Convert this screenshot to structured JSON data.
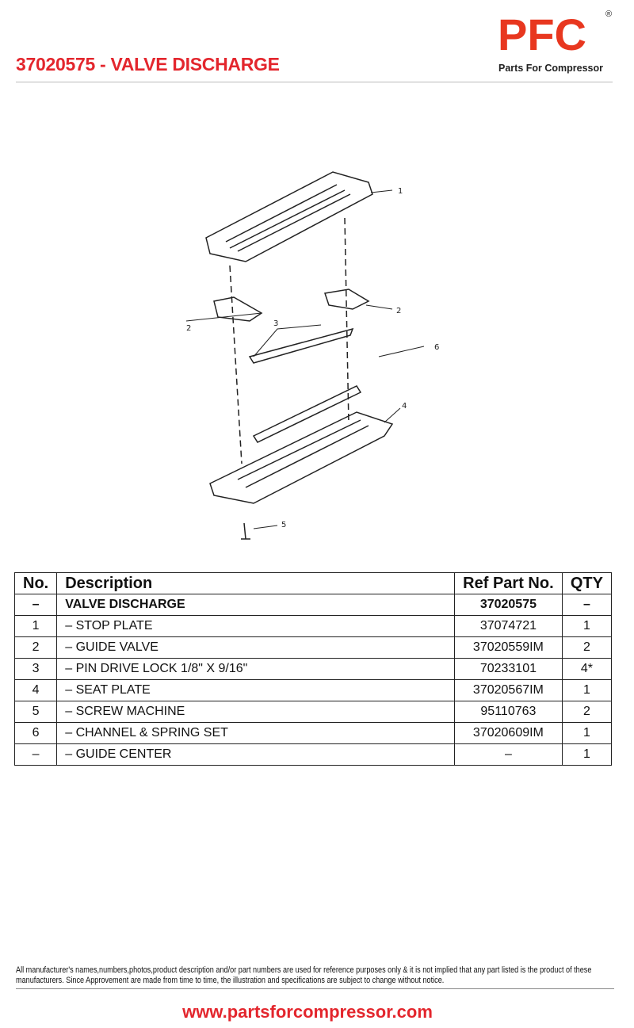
{
  "header": {
    "title": "37020575 - VALVE DISCHARGE",
    "logo_text": "PFC",
    "logo_tagline": "Parts For Compressor"
  },
  "diagram": {
    "callouts": [
      "1",
      "2",
      "2",
      "3",
      "6",
      "4",
      "5"
    ]
  },
  "table": {
    "headers": [
      "No.",
      "Description",
      "Ref Part No.",
      "QTY"
    ],
    "rows": [
      [
        "–",
        "VALVE DISCHARGE",
        "37020575",
        "–"
      ],
      [
        "1",
        "– STOP PLATE",
        "37074721",
        "1"
      ],
      [
        "2",
        "– GUIDE VALVE",
        "37020559IM",
        "2"
      ],
      [
        "3",
        "– PIN DRIVE LOCK 1/8\" X 9/16\"",
        "70233101",
        "4*"
      ],
      [
        "4",
        "– SEAT PLATE",
        "37020567IM",
        "1"
      ],
      [
        "5",
        "– SCREW MACHINE",
        "95110763",
        "2"
      ],
      [
        "6",
        "– CHANNEL & SPRING SET",
        "37020609IM",
        "1"
      ],
      [
        "–",
        "– GUIDE CENTER",
        "–",
        "1"
      ]
    ]
  },
  "footer": {
    "disclaimer": "All manufacturer's names,numbers,photos,product description and/or part numbers are used for reference purposes only & it is not implied that any part listed is the product of these manufacturers.  Since Approvement are made from time to time,  the illustration and specifications are subject to change without notice.",
    "url": "www.partsforcompressor.com"
  }
}
